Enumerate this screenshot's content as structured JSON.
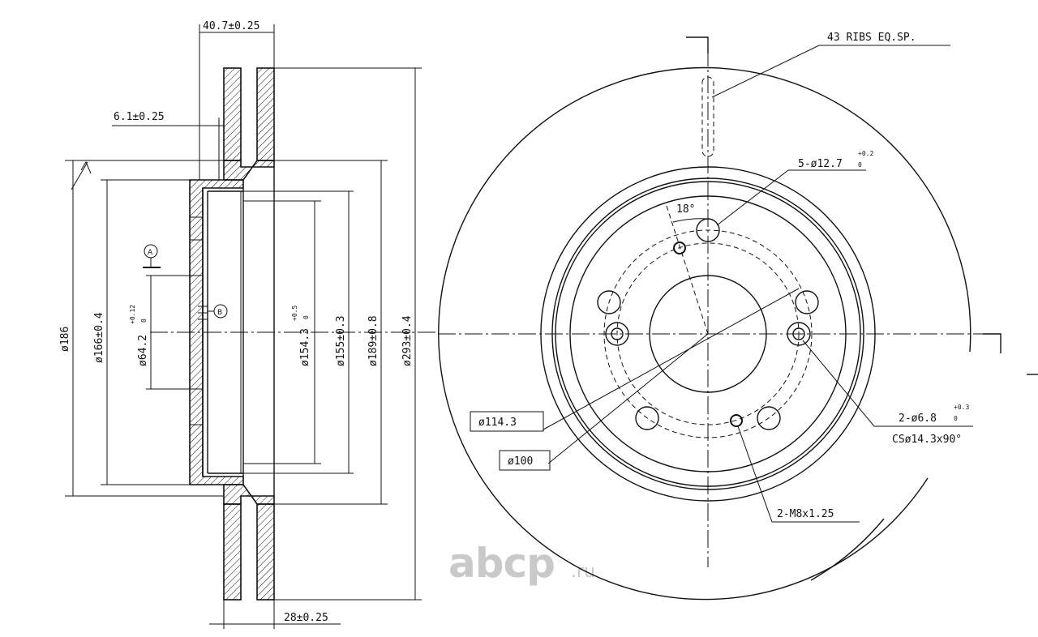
{
  "side_view": {
    "dim_total_width": "40.7±0.25",
    "dim_hat_wall": "6.1±0.25",
    "dim_friction_width": "28±0.25",
    "dia_186": "ø186",
    "dia_166": "ø166±0.4",
    "dia_64_2": "ø64.2",
    "dia_64_2_tol_upper": "+0.12",
    "dia_64_2_tol_lower": "0",
    "dia_154_3": "ø154.3",
    "dia_154_3_tol_upper": "+0.5",
    "dia_154_3_tol_lower": "0",
    "dia_155": "ø155±0.3",
    "dia_189": "ø189±0.8",
    "dia_293": "ø293±0.4",
    "datum_a": "A",
    "datum_b": "B"
  },
  "front_view": {
    "ribs_note": "43 RIBS EQ.SP.",
    "bolt_holes_label": "5-ø12.7",
    "bolt_holes_tol_upper": "+0.2",
    "bolt_holes_tol_lower": "0",
    "angle_label": "18°",
    "pin_holes_label": "2-ø6.8",
    "pin_holes_tol_upper": "+0.3",
    "pin_holes_tol_lower": "0",
    "countersink_label": "CSø14.3x90°",
    "pcd_114": "ø114.3",
    "pcd_100": "ø100",
    "thread_label": "2-M8x1.25"
  },
  "watermark": {
    "brand": "abcp",
    "domain": ".ru"
  }
}
